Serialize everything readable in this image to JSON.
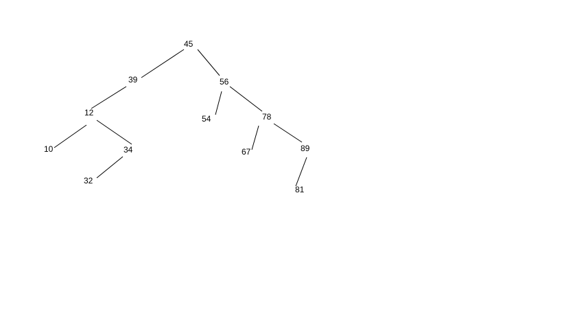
{
  "tree": {
    "nodes": [
      {
        "id": "n45",
        "label": "45"
      },
      {
        "id": "n39",
        "label": "39"
      },
      {
        "id": "n56",
        "label": "56"
      },
      {
        "id": "n12",
        "label": "12"
      },
      {
        "id": "n54",
        "label": "54"
      },
      {
        "id": "n78",
        "label": "78"
      },
      {
        "id": "n10",
        "label": "10"
      },
      {
        "id": "n34",
        "label": "34"
      },
      {
        "id": "n67",
        "label": "67"
      },
      {
        "id": "n89",
        "label": "89"
      },
      {
        "id": "n32",
        "label": "32"
      },
      {
        "id": "n81",
        "label": "81"
      }
    ],
    "edges": [
      {
        "from": "n45",
        "to": "n39"
      },
      {
        "from": "n45",
        "to": "n56"
      },
      {
        "from": "n39",
        "to": "n12"
      },
      {
        "from": "n12",
        "to": "n10"
      },
      {
        "from": "n12",
        "to": "n34"
      },
      {
        "from": "n34",
        "to": "n32"
      },
      {
        "from": "n56",
        "to": "n54"
      },
      {
        "from": "n56",
        "to": "n78"
      },
      {
        "from": "n78",
        "to": "n67"
      },
      {
        "from": "n78",
        "to": "n89"
      },
      {
        "from": "n89",
        "to": "n81"
      }
    ]
  }
}
